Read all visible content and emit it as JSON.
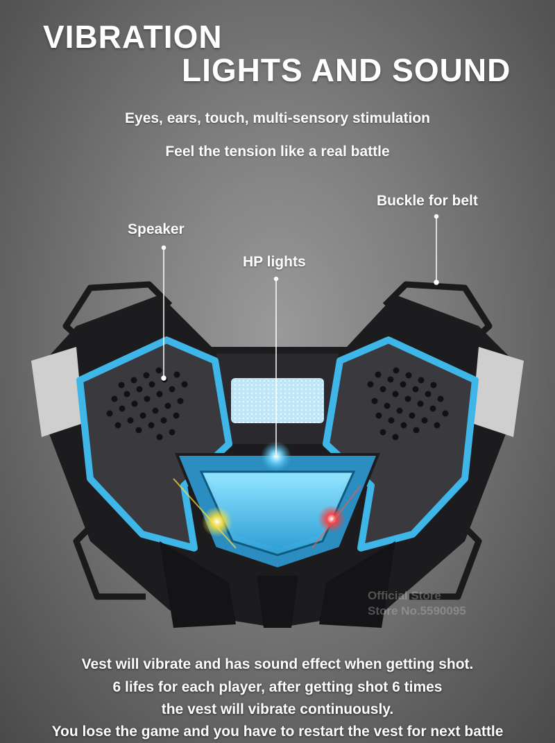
{
  "heading": {
    "line1": "VIBRATION",
    "line2": "LIGHTS AND SOUND"
  },
  "subheading": {
    "line1": "Eyes, ears, touch, multi-sensory stimulation",
    "line2": "Feel the tension like a real battle"
  },
  "callouts": {
    "speaker": "Speaker",
    "hp_lights": "HP lights",
    "buckle": "Buckle for belt"
  },
  "watermark": {
    "line1": "Official Store",
    "line2": "Store No.5590095"
  },
  "description": {
    "line1": "Vest will vibrate and has sound effect when getting shot.",
    "line2": "6 lifes for each player, after getting shot 6 times",
    "line3": "the vest will vibrate continuously.",
    "line4": "You lose the game and you have to restart the vest for next battle"
  },
  "colors": {
    "accent_blue": "#3fb6e8",
    "body_black": "#1c1c1e",
    "led_yellow": "#ffe23a",
    "led_red": "#ff3b3b"
  }
}
